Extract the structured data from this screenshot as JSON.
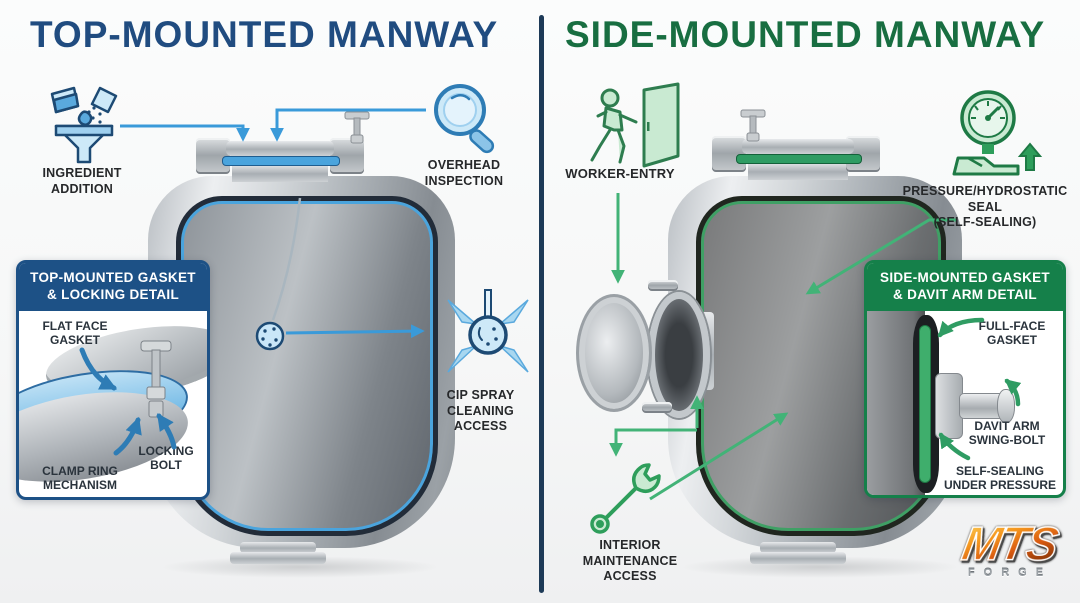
{
  "left": {
    "title": "TOP-MOUNTED MANWAY",
    "labels": {
      "ingredient": "INGREDIENT\nADDITION",
      "overhead": "OVERHEAD\nINSPECTION",
      "cip": "CIP SPRAY\nCLEANING\nACCESS"
    },
    "detail": {
      "header": "TOP-MOUNTED GASKET\n& LOCKING DETAIL",
      "flat_face": "FLAT FACE\nGASKET",
      "clamp_ring": "CLAMP RING\nMECHANISM",
      "locking_bolt": "LOCKING\nBOLT"
    }
  },
  "right": {
    "title": "SIDE-MOUNTED MANWAY",
    "labels": {
      "worker": "WORKER-ENTRY",
      "pressure": "PRESSURE/HYDROSTATIC\nSEAL\n(SELF-SEALING)",
      "maintenance": "INTERIOR\nMAINTENANCE\nACCESS"
    },
    "detail": {
      "header": "SIDE-MOUNTED GASKET\n& DAVIT ARM DETAIL",
      "full_face": "FULL-FACE\nGASKET",
      "davit": "DAVIT ARM\nSWING-BOLT",
      "self_sealing": "SELF-SEALING\nUNDER PRESSURE"
    }
  },
  "logo": {
    "brand": "MTS",
    "sub": "FORGE"
  },
  "colors": {
    "navy_title": "#204c80",
    "navy_box": "#1d5186",
    "blue_accent": "#3a9ad9",
    "green_title": "#186e41",
    "green_box": "#15804a",
    "green_accent": "#42b377",
    "gasket_blue": "#4aa4dd",
    "gasket_green": "#2f9c63"
  }
}
